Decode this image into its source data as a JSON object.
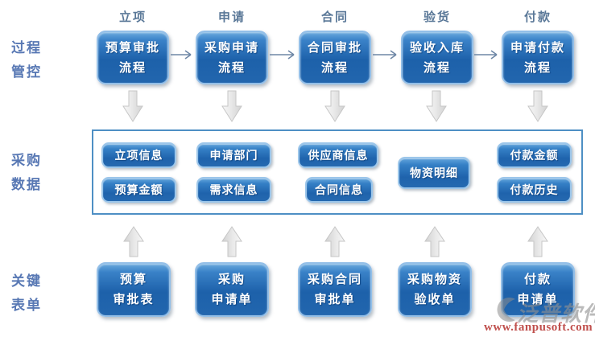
{
  "stage_headers": [
    "立项",
    "申请",
    "合同",
    "验货",
    "付款"
  ],
  "row_labels": {
    "process": {
      "line1": "过程",
      "line2": "管控"
    },
    "data": {
      "line1": "采购",
      "line2": "数据"
    },
    "forms": {
      "line1": "关键",
      "line2": "表单"
    }
  },
  "process_boxes": [
    {
      "line1": "预算审批",
      "line2": "流程"
    },
    {
      "line1": "采购申请",
      "line2": "流程"
    },
    {
      "line1": "合同审批",
      "line2": "流程"
    },
    {
      "line1": "验收入库",
      "line2": "流程"
    },
    {
      "line1": "申请付款",
      "line2": "流程"
    }
  ],
  "data_boxes": [
    {
      "label": "立项信息"
    },
    {
      "label": "预算金额"
    },
    {
      "label": "申请部门"
    },
    {
      "label": "需求信息"
    },
    {
      "label": "供应商信息"
    },
    {
      "label": "合同信息"
    },
    {
      "label": "物资明细"
    },
    {
      "label": "付款金额"
    },
    {
      "label": "付款历史"
    }
  ],
  "form_boxes": [
    {
      "line1": "预算",
      "line2": "审批表"
    },
    {
      "line1": "采购",
      "line2": "申请单"
    },
    {
      "line1": "采购合同",
      "line2": "审批单"
    },
    {
      "line1": "采购物资",
      "line2": "验收单"
    },
    {
      "line1": "付款",
      "line2": "申请单"
    }
  ],
  "watermark": {
    "brand": "泛普软件",
    "url": "www.fanpusoft.com"
  },
  "colors": {
    "box_blue": "#2266ae",
    "box_border_light": "#9cc6ea",
    "panel_border": "#4e8fc4",
    "header_text": "#5a7898",
    "row_label_text": "#5878b4",
    "block_arrow_gray": "#e3e3e3",
    "watermark_red": "#c0504d"
  }
}
